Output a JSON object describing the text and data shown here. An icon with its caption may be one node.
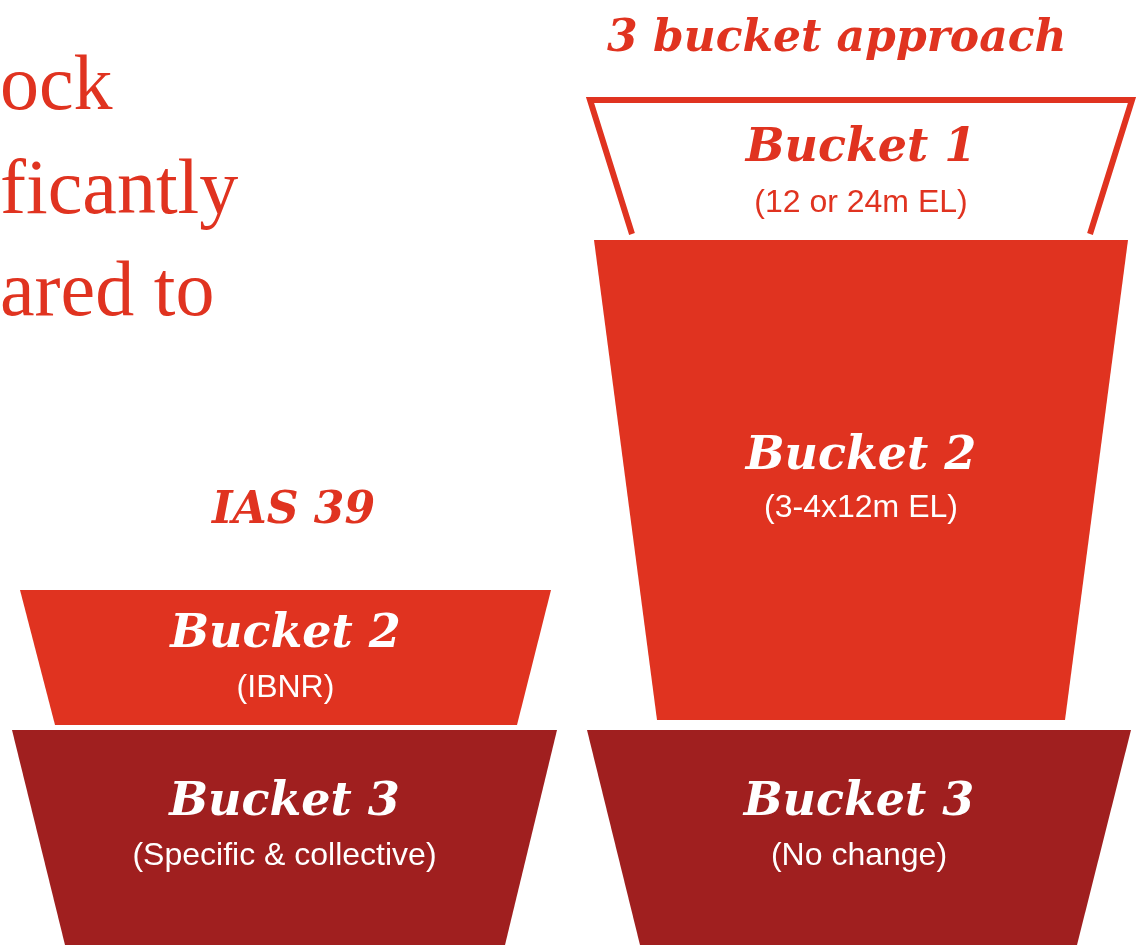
{
  "diagram": {
    "nodes": [
      {
        "text": [
          "Bucket 1",
          "(12 or 24m EL)"
        ]
      },
      {
        "text": [
          "Bucket 2",
          "(3-4x12m EL)"
        ]
      },
      {
        "text": [
          "Bucket 3",
          "(No change)"
        ]
      },
      {
        "text": [
          "Bucket 2",
          "(IBNR)"
        ]
      },
      {
        "text": [
          "Bucket 3",
          "(Specific & collective)"
        ]
      }
    ],
    "labels": [
      "ock",
      "ficantly",
      "ared to",
      "3 bucket approach",
      "IAS 39"
    ]
  }
}
